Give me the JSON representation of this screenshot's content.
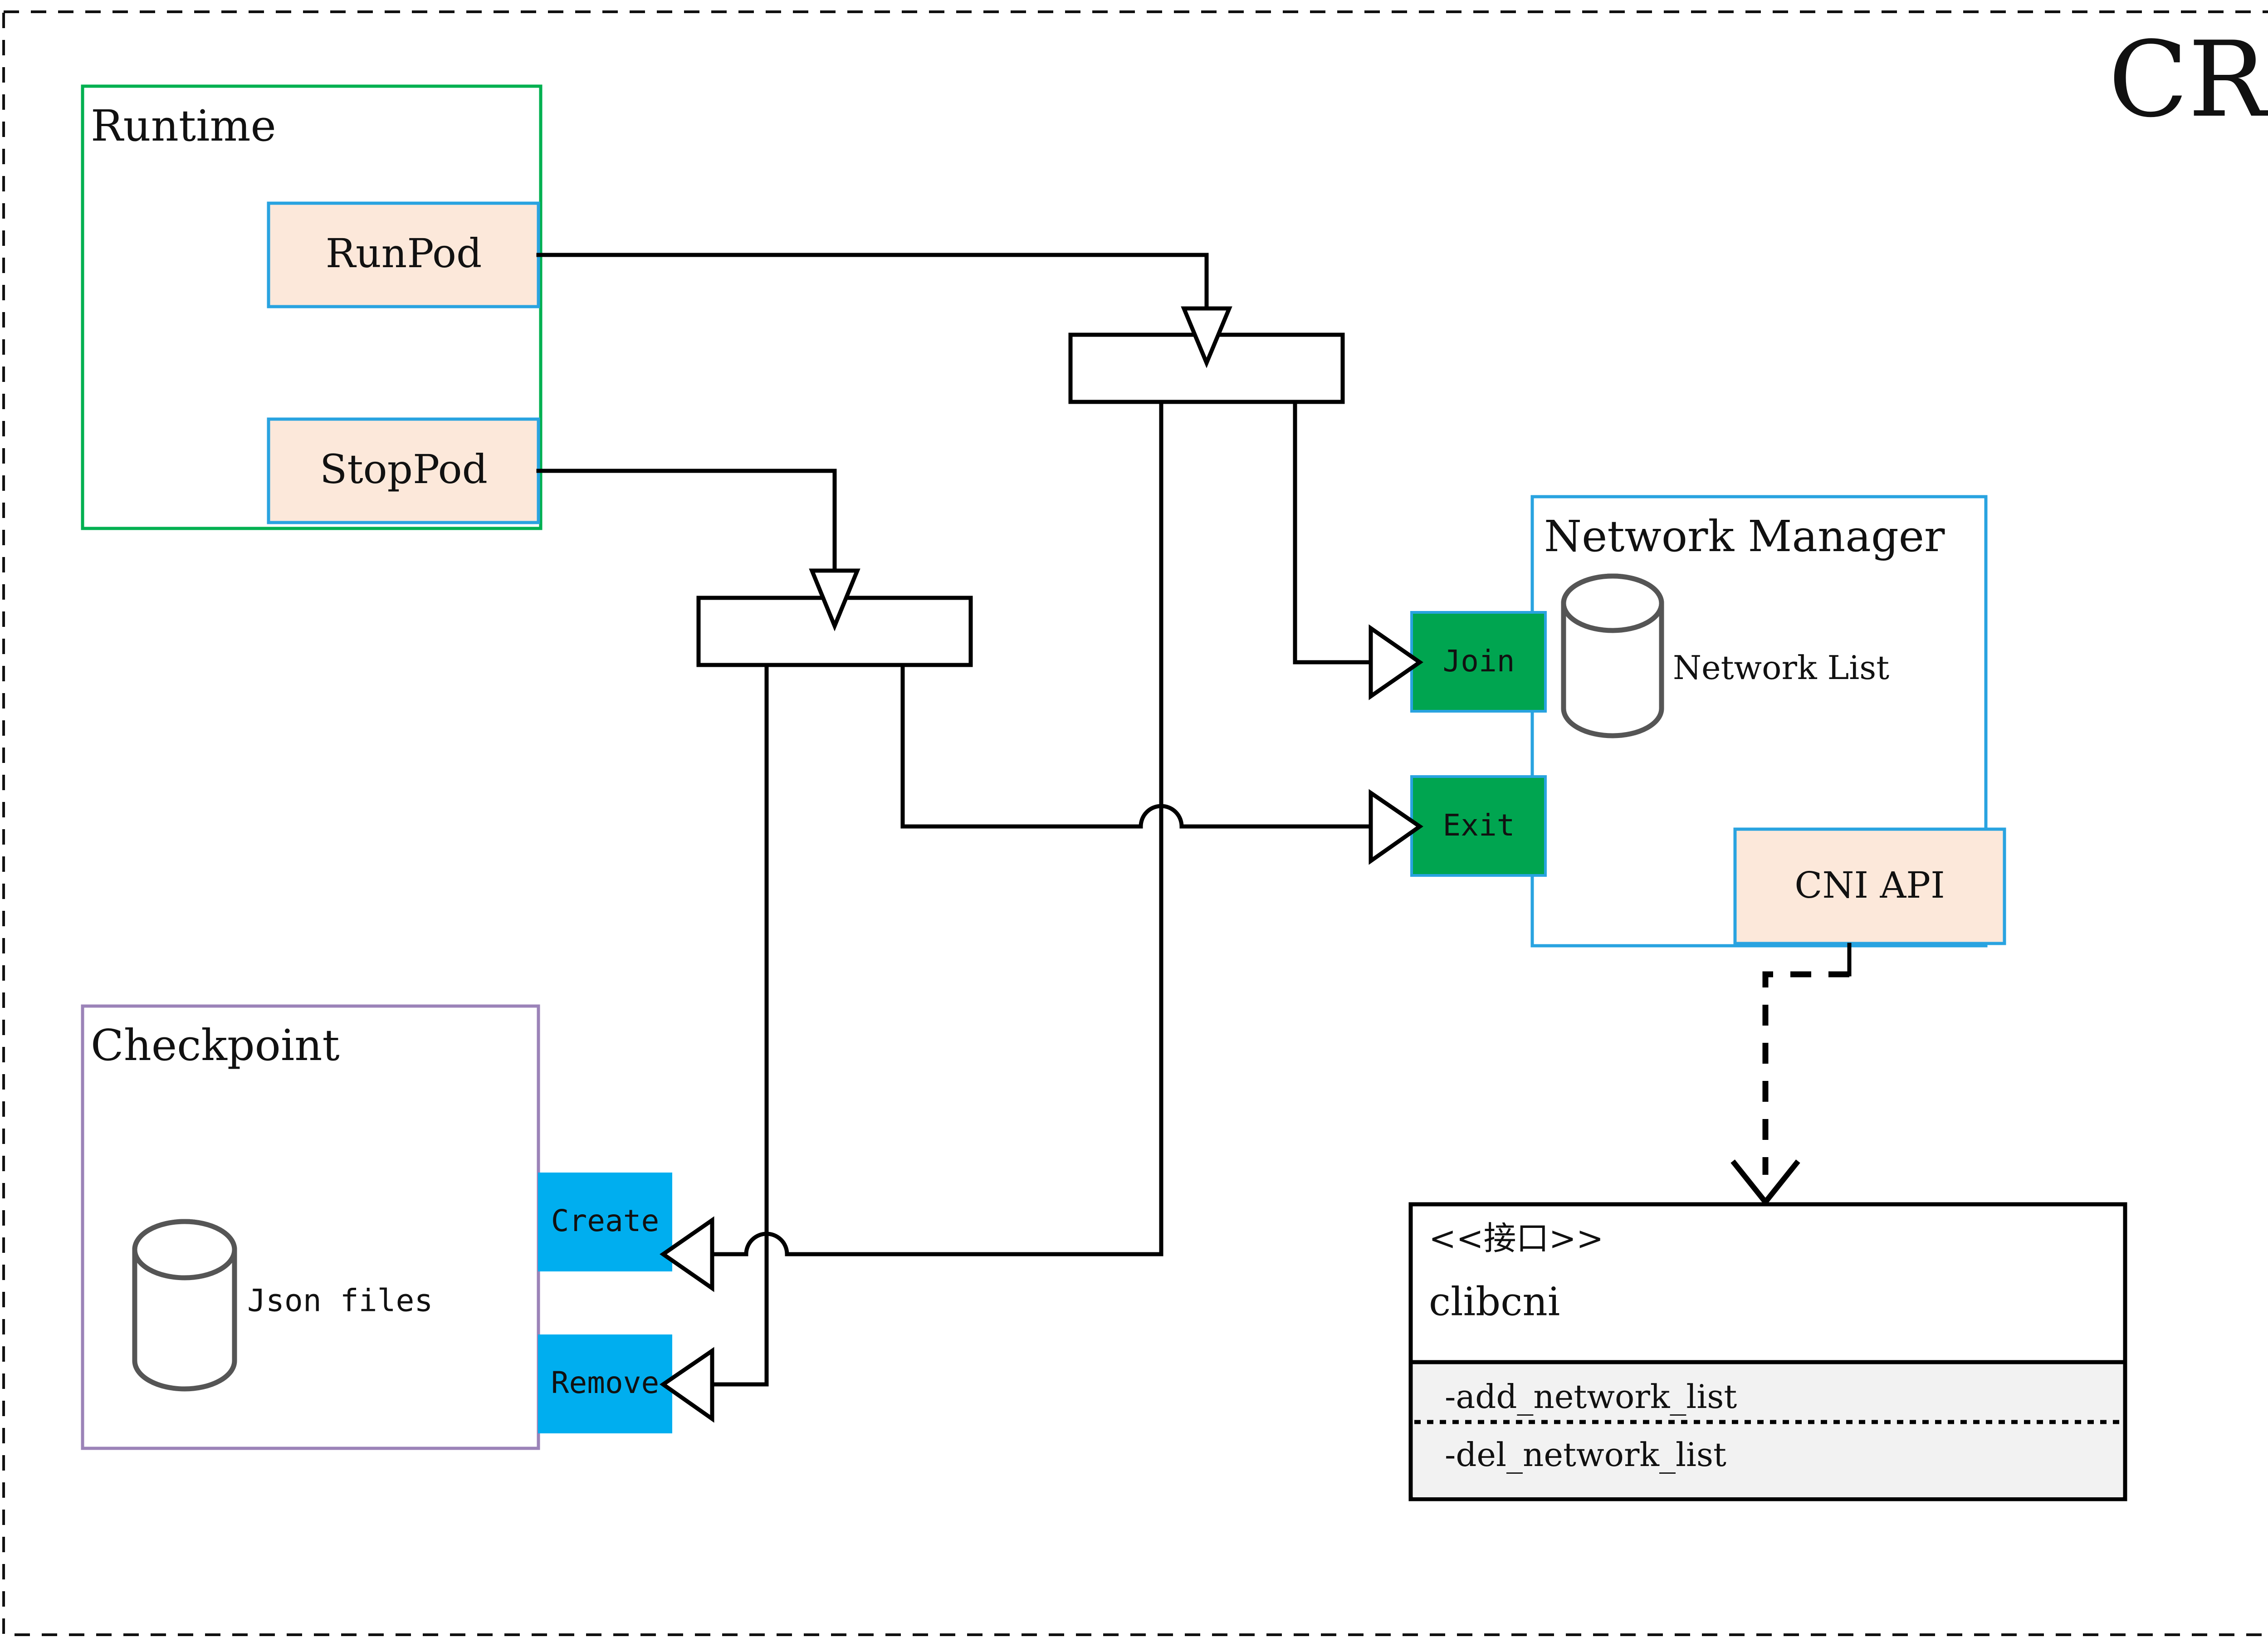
{
  "title": "CRI",
  "title_color": "#806000",
  "colors": {
    "runtime_border": "#00b050",
    "checkpoint_border": "#9b83b8",
    "network_manager_border": "#29a3e0",
    "pod_fill": "#fce8da",
    "pod_border": "#29a3e0",
    "green_action": "#00a550",
    "cyan_action": "#00aeef",
    "interface_fill": "#f2f2f2",
    "line": "#000000",
    "cylinder_stroke": "#555555"
  },
  "containers": {
    "runtime": {
      "label": "Runtime"
    },
    "checkpoint": {
      "label": "Checkpoint"
    },
    "network_manager": {
      "label": "Network Manager"
    }
  },
  "runtime_ops": [
    {
      "label": "RunPod"
    },
    {
      "label": "StopPod"
    }
  ],
  "checkpoint": {
    "store_label": "Json files",
    "actions": [
      {
        "label": "Create"
      },
      {
        "label": "Remove"
      }
    ]
  },
  "network_manager": {
    "store_label": "Network List",
    "actions": [
      {
        "label": "Join"
      },
      {
        "label": "Exit"
      }
    ],
    "api": {
      "label": "CNI API"
    }
  },
  "interface_box": {
    "stereotype": "<<接口>>",
    "name": "clibcni",
    "methods": [
      {
        "label": "-add_network_list"
      },
      {
        "label": "-del_network_list"
      }
    ]
  }
}
